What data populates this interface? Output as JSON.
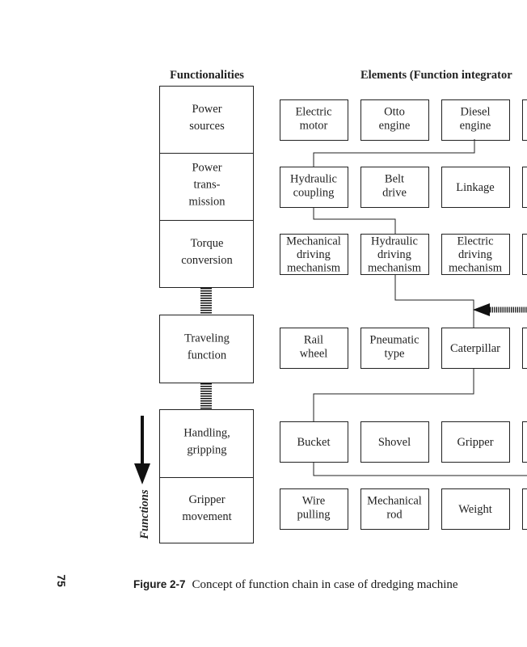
{
  "headers": {
    "functionalities": "Functionalities",
    "elements": "Elements (Function integrator"
  },
  "functionalities": [
    {
      "lines": [
        "Power",
        "sources"
      ]
    },
    {
      "lines": [
        "Power",
        "trans-",
        "mission"
      ]
    },
    {
      "lines": [
        "Torque",
        "conversion"
      ]
    },
    {
      "lines": [
        "Traveling",
        "function"
      ]
    },
    {
      "lines": [
        "Handling,",
        "gripping"
      ]
    },
    {
      "lines": [
        "Gripper",
        "movement"
      ]
    }
  ],
  "elements": [
    [
      [
        "Electric",
        "motor"
      ],
      [
        "Otto",
        "engine"
      ],
      [
        "Diesel",
        "engine"
      ],
      []
    ],
    [
      [
        "Hydraulic",
        "coupling"
      ],
      [
        "Belt",
        "drive"
      ],
      [
        "Linkage"
      ],
      []
    ],
    [
      [
        "Mechanical",
        "driving",
        "mechanism"
      ],
      [
        "Hydraulic",
        "driving",
        "mechanism"
      ],
      [
        "Electric",
        "driving",
        "mechanism"
      ],
      []
    ],
    [
      [
        "Rail",
        "wheel"
      ],
      [
        "Pneumatic",
        "type"
      ],
      [
        "Caterpillar"
      ],
      []
    ],
    [
      [
        "Bucket"
      ],
      [
        "Shovel"
      ],
      [
        "Gripper"
      ],
      []
    ],
    [
      [
        "Wire",
        "pulling"
      ],
      [
        "Mechanical",
        "rod"
      ],
      [
        "Weight"
      ],
      []
    ]
  ],
  "functions_axis_label": "Functions",
  "caption": {
    "label": "Figure 2-7",
    "text": "Concept of function chain in case of dredging machine"
  },
  "page_number": "75"
}
